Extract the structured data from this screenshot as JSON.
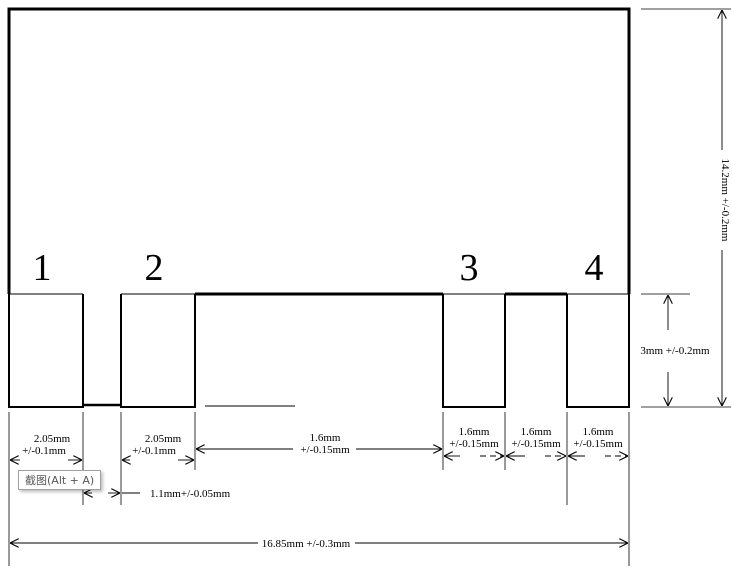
{
  "pins": [
    "1",
    "2",
    "3",
    "4"
  ],
  "dimensions": {
    "height_total": "14.2mm +/-0.2mm",
    "pin_height": "3mm +/-0.2mm",
    "pin1_width": [
      "2.05mm",
      "+/-0.1mm"
    ],
    "pin2_width": [
      "2.05mm",
      "+/-0.1mm"
    ],
    "gap_1_2": "1.1mm+/-0.05mm",
    "gap_2_3": [
      "1.6mm",
      "+/-0.15mm"
    ],
    "pin3_width": [
      "1.6mm",
      "+/-0.15mm"
    ],
    "gap_3_4": [
      "1.6mm",
      "+/-0.15mm"
    ],
    "pin4_width": [
      "1.6mm",
      "+/-0.15mm"
    ],
    "width_total": "16.85mm +/-0.3mm"
  },
  "tooltip": "截图(Alt + A)"
}
